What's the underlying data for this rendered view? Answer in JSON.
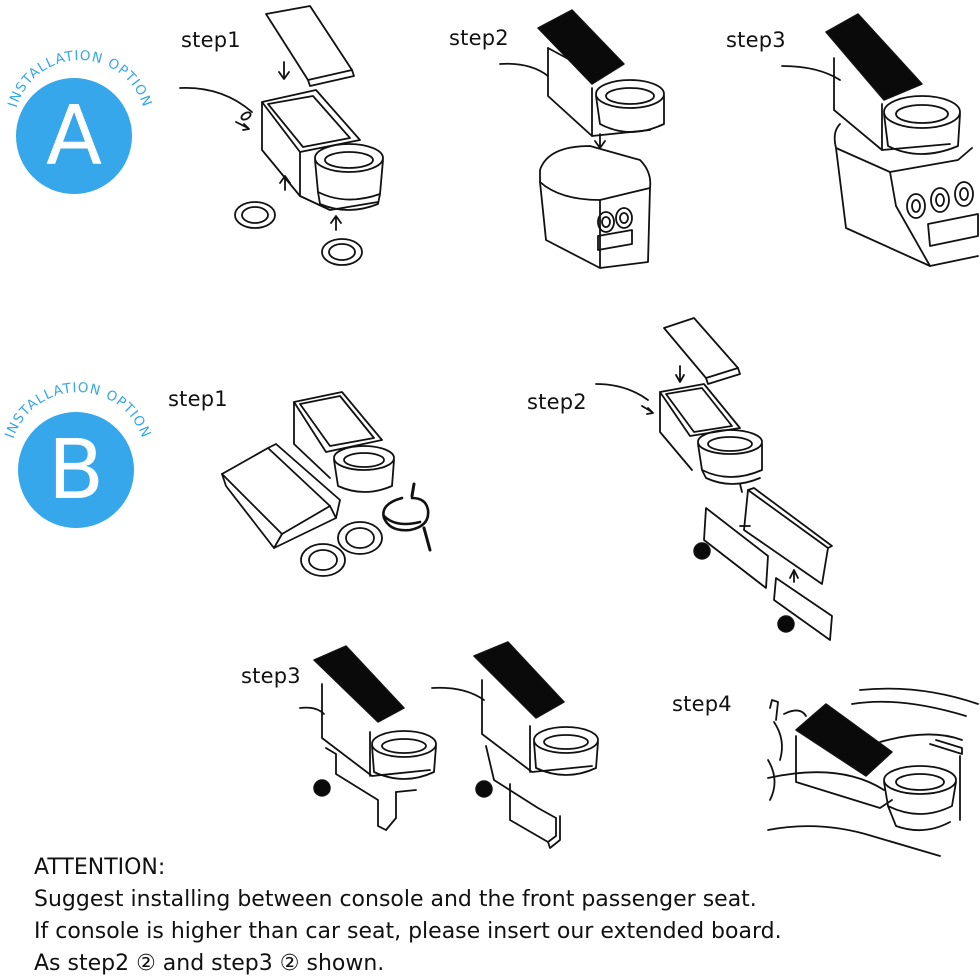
{
  "colors": {
    "badge_blue": "#35a7ea",
    "ink": "#111111",
    "panel_black": "#0a0a0a",
    "paper": "#ffffff"
  },
  "option_a": {
    "badge_caption": "INSTALLATION OPTION",
    "badge_letter": "A",
    "steps": [
      "step1",
      "step2",
      "step3"
    ]
  },
  "option_b": {
    "badge_caption": "INSTALLATION OPTION",
    "badge_letter": "B",
    "steps": [
      "step1",
      "step2",
      "step3",
      "step4"
    ]
  },
  "attention": {
    "heading": "ATTENTION:",
    "lines": [
      "Suggest installing between console and the front passenger seat.",
      "If console is higher than car seat, please insert our extended board.",
      "As step2 ② and step3 ② shown."
    ]
  }
}
